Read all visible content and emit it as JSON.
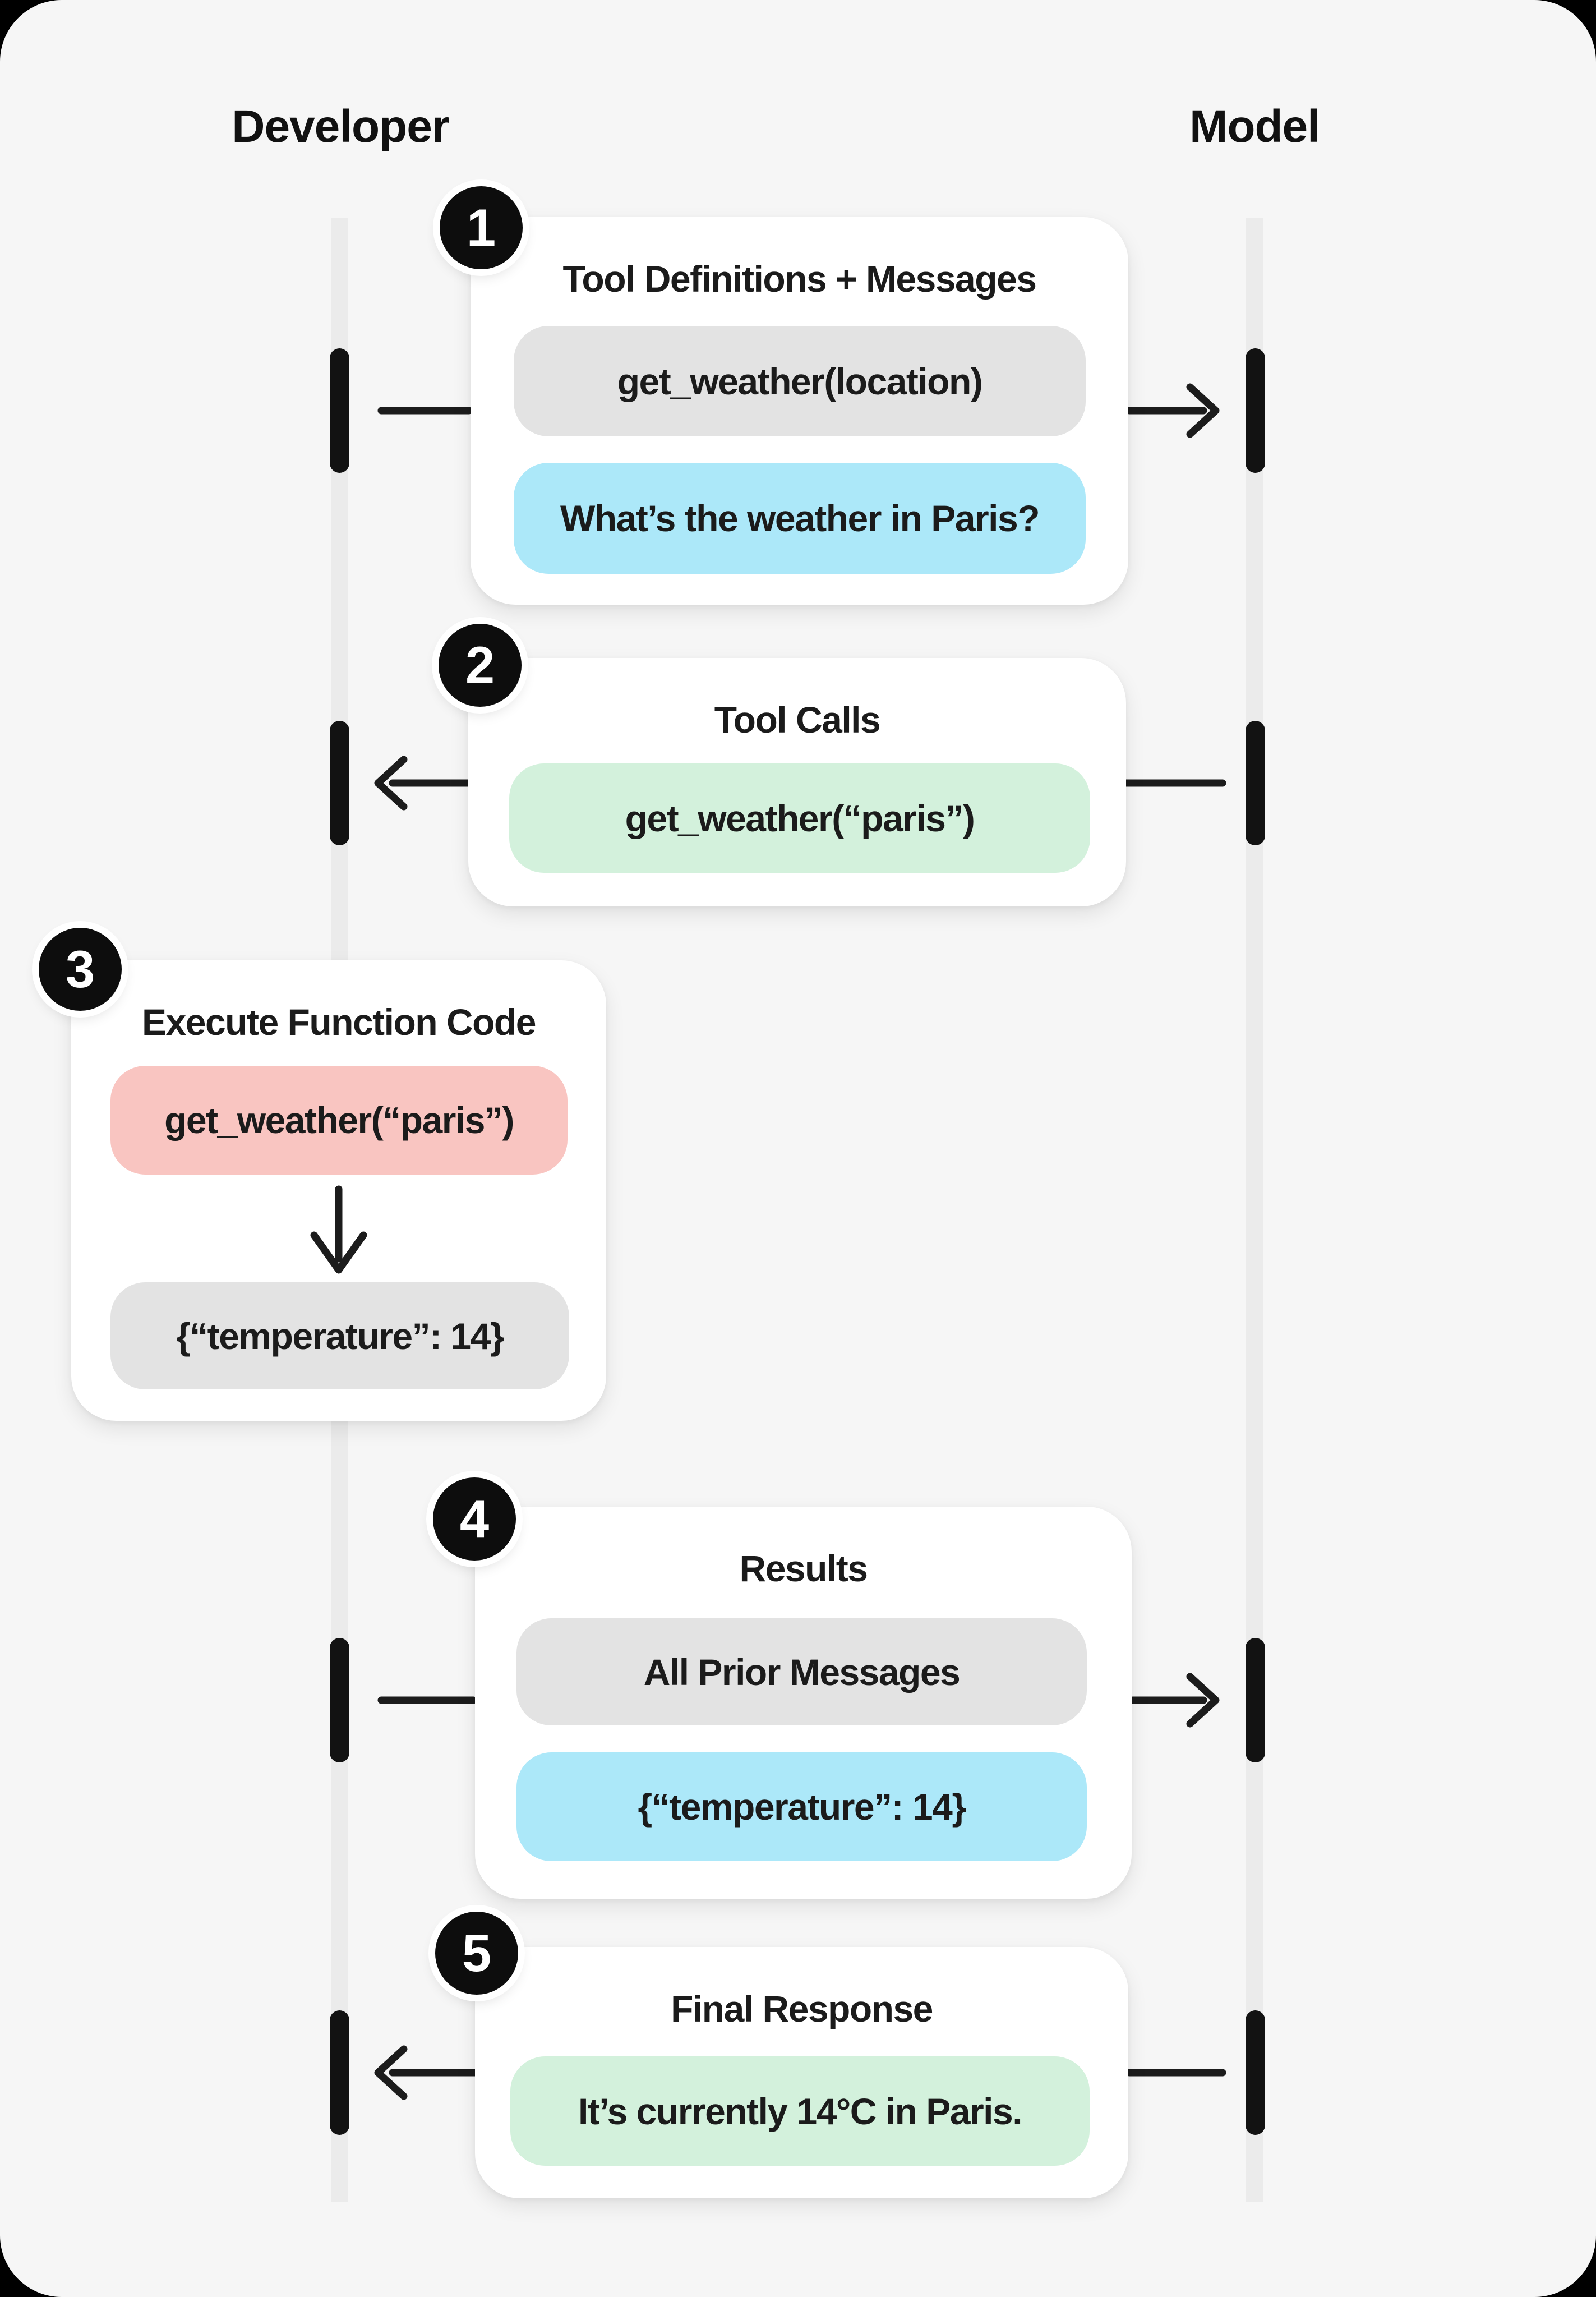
{
  "lanes": {
    "developer": "Developer",
    "model": "Model"
  },
  "steps": [
    {
      "number": "1",
      "title": "Tool Definitions + Messages",
      "direction": "developer-to-model",
      "items": [
        {
          "text": "get_weather(location)",
          "variant": "gray"
        },
        {
          "text": "What’s the weather in Paris?",
          "variant": "blue"
        }
      ]
    },
    {
      "number": "2",
      "title": "Tool Calls",
      "direction": "model-to-developer",
      "items": [
        {
          "text": "get_weather(“paris”)",
          "variant": "green"
        }
      ]
    },
    {
      "number": "3",
      "title": "Execute Function Code",
      "direction": "developer-local",
      "items": [
        {
          "text": "get_weather(“paris”)",
          "variant": "pink"
        },
        {
          "text": "{“temperature”: 14}",
          "variant": "gray"
        }
      ]
    },
    {
      "number": "4",
      "title": "Results",
      "direction": "developer-to-model",
      "items": [
        {
          "text": "All Prior Messages",
          "variant": "gray"
        },
        {
          "text": "{“temperature”: 14}",
          "variant": "blue"
        }
      ]
    },
    {
      "number": "5",
      "title": "Final Response",
      "direction": "model-to-developer",
      "items": [
        {
          "text": "It’s currently 14°C in Paris.",
          "variant": "green"
        }
      ]
    }
  ],
  "colors": {
    "background": "#f6f6f6",
    "card": "#ffffff",
    "ink": "#1c1c1c",
    "lifeline": "#ebebeb",
    "pill-gray": "#e3e3e3",
    "pill-blue": "#ace8f9",
    "pill-green": "#d3f1dc",
    "pill-pink": "#f9c5c1",
    "badge-bg": "#0d0d0d",
    "badge-text": "#ffffff"
  }
}
